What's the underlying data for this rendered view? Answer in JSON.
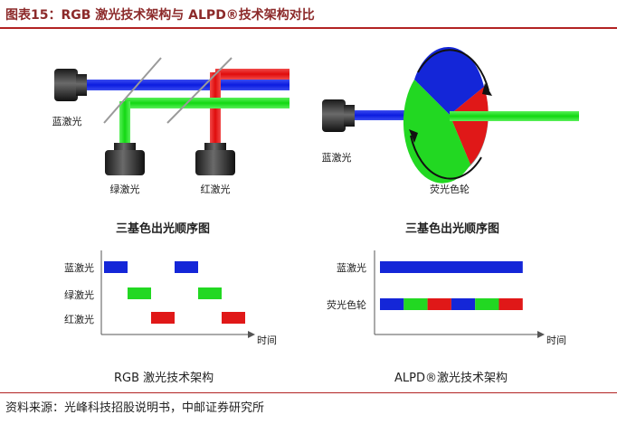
{
  "header": {
    "title": "图表15：RGB 激光技术架构与 ALPD®技术架构对比"
  },
  "left_diagram": {
    "blue_label": "蓝激光",
    "green_label": "绿激光",
    "red_label": "红激光"
  },
  "right_diagram": {
    "blue_label": "蓝激光",
    "wheel_label": "荧光色轮"
  },
  "left_chart": {
    "title": "三基色出光顺序图",
    "rows": [
      "蓝激光",
      "绿激光",
      "红激光"
    ],
    "time_label": "时间"
  },
  "right_chart": {
    "title": "三基色出光顺序图",
    "rows": [
      "蓝激光",
      "荧光色轮"
    ],
    "time_label": "时间"
  },
  "captions": {
    "left": "RGB 激光技术架构",
    "right": "ALPD®激光技术架构"
  },
  "source": "资料来源：光峰科技招股说明书，中邮证券研究所",
  "colors": {
    "blue": "#1426d8",
    "green": "#22d822",
    "red": "#e01818",
    "accent": "#b22222"
  },
  "chart_data": [
    {
      "type": "timing",
      "title": "三基色出光顺序图",
      "xlabel": "时间",
      "series": [
        {
          "name": "蓝激光",
          "pulses": [
            [
              0,
              1
            ],
            [
              3,
              4
            ]
          ]
        },
        {
          "name": "绿激光",
          "pulses": [
            [
              1,
              2
            ],
            [
              4,
              5
            ]
          ]
        },
        {
          "name": "红激光",
          "pulses": [
            [
              2,
              3
            ],
            [
              5,
              6
            ]
          ]
        }
      ]
    },
    {
      "type": "timing",
      "title": "三基色出光顺序图",
      "xlabel": "时间",
      "series": [
        {
          "name": "蓝激光",
          "pulses": [
            [
              0,
              6
            ]
          ]
        },
        {
          "name": "荧光色轮",
          "sequence": [
            "blue",
            "green",
            "red",
            "blue",
            "green",
            "red"
          ]
        }
      ]
    }
  ]
}
